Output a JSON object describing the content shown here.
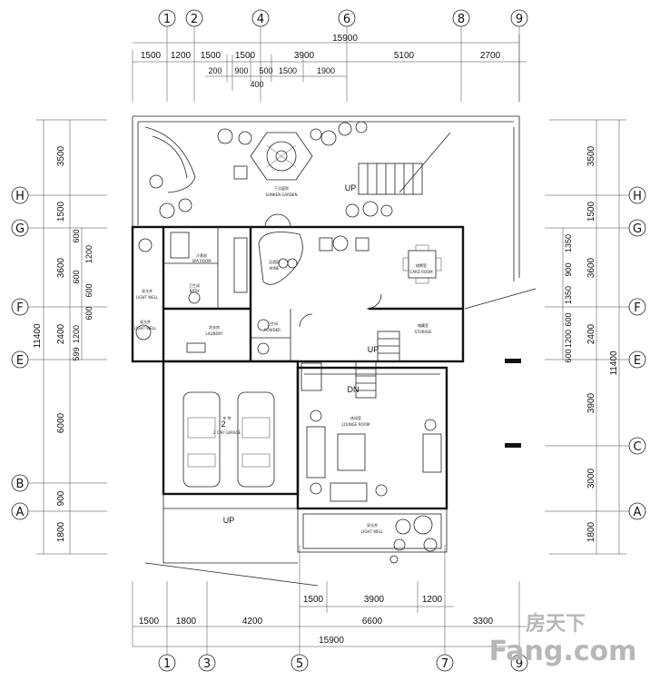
{
  "axes": {
    "top": [
      "1",
      "2",
      "4",
      "6",
      "8",
      "9"
    ],
    "bottom": [
      "1",
      "3",
      "5",
      "7",
      "9"
    ],
    "left": [
      "H",
      "G",
      "F",
      "E",
      "B",
      "A"
    ],
    "right": [
      "H",
      "G",
      "F",
      "E",
      "C",
      "A"
    ]
  },
  "dims": {
    "top_total": "15900",
    "top_row1": [
      "1500",
      "1200",
      "1500",
      "1500",
      "3900",
      "5100",
      "2700"
    ],
    "top_row2": [
      "200",
      "900",
      "500",
      "1500",
      "1900"
    ],
    "top_row2_b": "400",
    "bottom_total": "15900",
    "bottom_row1": [
      "1500",
      "1800",
      "4200",
      "6600",
      "3300"
    ],
    "bottom_row2": [
      "1500",
      "3900",
      "1200"
    ],
    "left_total": "11400",
    "left_main": [
      "3500",
      "1500",
      "3600",
      "2400",
      "6000",
      "900",
      "1800"
    ],
    "left_detail": [
      "600",
      "1200",
      "600",
      "600",
      "600",
      "1200",
      "599"
    ],
    "right_total": "11400",
    "right_main": [
      "3500",
      "1500",
      "3600",
      "2400",
      "3900",
      "3000",
      "1800"
    ],
    "right_detail": [
      "1350",
      "900",
      "1350",
      "600",
      "1200",
      "600"
    ]
  },
  "rooms": {
    "sunken_garden_cn": "下沉庭院",
    "sunken_garden_en": "SUNKEN GARDEN",
    "garage_cn": "车 库",
    "garage_num": "2",
    "garage_en": "2 CAR GARAGE",
    "lounge_cn": "休闲室",
    "lounge_en": "LOUNGE ROOM",
    "storage_cn": "储藏室",
    "storage_en": "STORAGE",
    "laundry_cn": "洗衣房",
    "laundry_en": "LAUNDRY",
    "powder_cn": "卫生间",
    "powder_en": "POWDER",
    "wine_cn": "品酒区",
    "wine_en": "WINE",
    "light_well_cn": "采光井",
    "light_well_en": "LIGHT WELL",
    "card_room_cn": "棋牌室",
    "card_room_en": "CARD ROOM",
    "bath_cn": "卫生间",
    "bath_en": "BATH",
    "spa_cn": "汗蒸房",
    "spa_en": "SPA ROOM"
  },
  "labels": {
    "up1": "UP",
    "up2": "UP",
    "up3": "UP",
    "dn": "DN"
  },
  "watermark": {
    "line1": "房天下",
    "line2": "Fang.com"
  }
}
